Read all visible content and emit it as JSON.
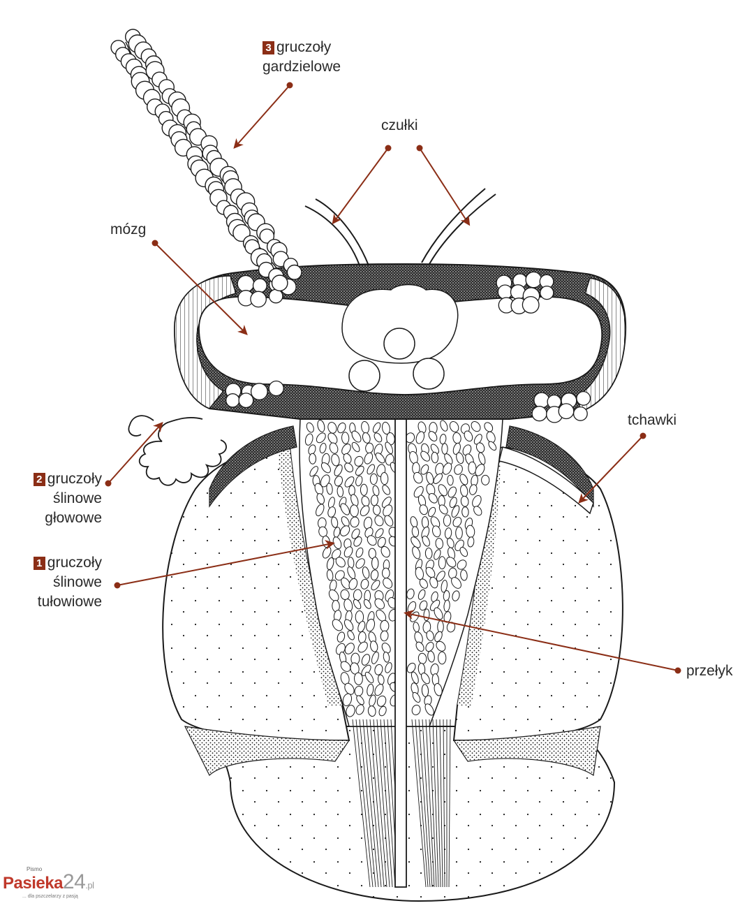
{
  "colors": {
    "accent": "#8b2e16",
    "ink": "#1a1a1a",
    "label_text": "#2a2a2a",
    "logo_red": "#c0392b",
    "logo_gray": "#999999"
  },
  "labels": {
    "pharyngeal_glands": {
      "number": "3",
      "line1": "gruczoły",
      "line2": "gardzielowe"
    },
    "antennae": {
      "text": "czułki"
    },
    "brain": {
      "text": "mózg"
    },
    "tracheae": {
      "text": "tchawki"
    },
    "head_salivary_glands": {
      "number": "2",
      "line1": "gruczoły",
      "line2": "ślinowe",
      "line3": "głowowe"
    },
    "thoracic_salivary_glands": {
      "number": "1",
      "line1": "gruczoły",
      "line2": "ślinowe",
      "line3": "tułowiowe"
    },
    "esophagus": {
      "text": "przełyk"
    }
  },
  "logo": {
    "top_text": "Pismo",
    "brand_main": "Pasieka",
    "brand_number": "24",
    "brand_domain": ".pl",
    "tagline": "... dla pszczelarzy z pasją"
  }
}
